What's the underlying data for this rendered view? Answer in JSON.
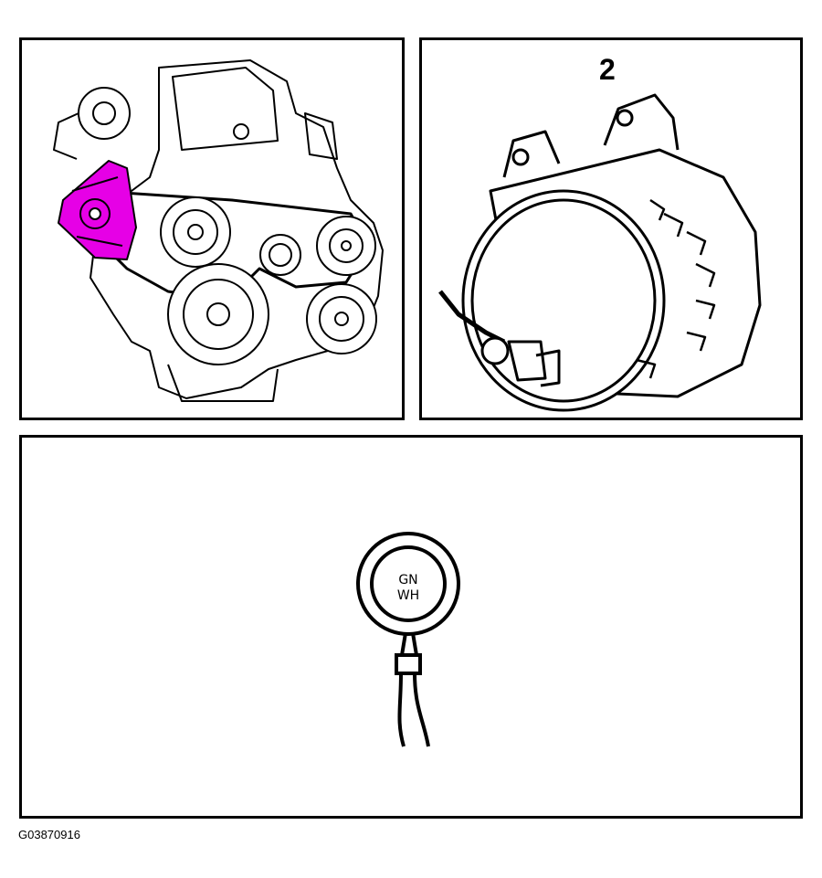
{
  "panels": {
    "engine": {},
    "component": {
      "callout": "2"
    },
    "connector": {
      "label_line1": "GN",
      "label_line2": "WH"
    }
  },
  "figure_code": "G03870916",
  "colors": {
    "highlight": "#e600e6",
    "line": "#000000",
    "background": "#ffffff"
  }
}
